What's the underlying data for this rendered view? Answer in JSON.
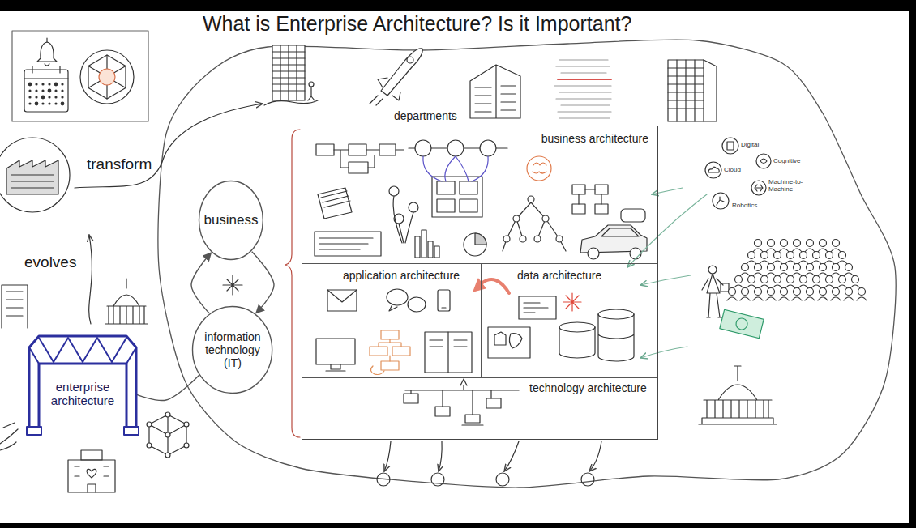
{
  "diagram": {
    "title": "What is Enterprise Architecture? Is it Important?",
    "nodes": [
      {
        "text": [
          "departments"
        ]
      },
      {
        "text": [
          "business architecture"
        ],
        "in": 0
      },
      {
        "text": [
          "application architecture"
        ],
        "in": 0
      },
      {
        "text": [
          "data architecture"
        ],
        "in": 0
      },
      {
        "text": [
          "technology architecture"
        ],
        "in": 0
      },
      {
        "text": [
          "business"
        ]
      },
      {
        "text": [
          "information technology (IT)"
        ]
      },
      {
        "text": [
          "enterprise architecture"
        ]
      }
    ],
    "edges": [
      {
        "from": 6,
        "to": 5,
        "arrow": "to"
      },
      {
        "from": 5,
        "to": 6,
        "arrow": "to"
      },
      {
        "from": 7,
        "to": 6,
        "arrow": "none"
      }
    ],
    "labels": [
      "transform",
      "evolves",
      "Digital",
      "Cognitive",
      "Cloud",
      "Machine-to-Machine",
      "Robotics"
    ]
  }
}
